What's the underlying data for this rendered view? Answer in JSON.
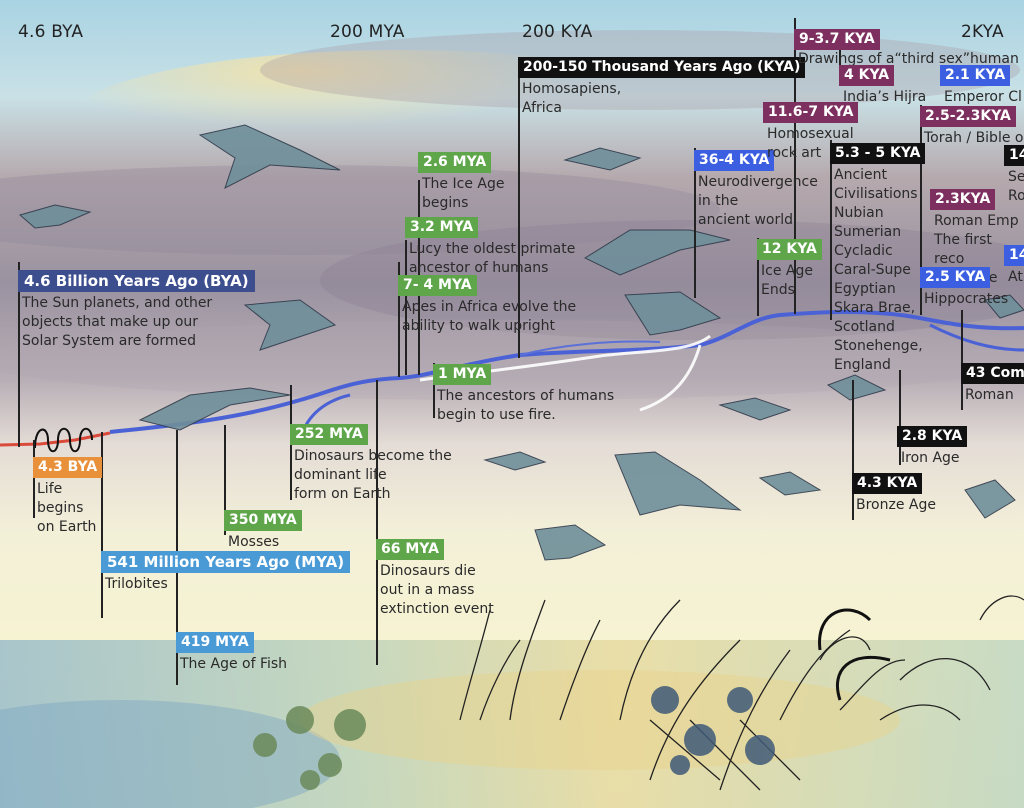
{
  "eras": [
    {
      "id": "era-4-6-bya",
      "label": "4.6 BYA"
    },
    {
      "id": "era-200-mya",
      "label": "200 MYA"
    },
    {
      "id": "era-200-kya",
      "label": "200 KYA"
    },
    {
      "id": "era-2kya",
      "label": "2KYA"
    }
  ],
  "events": {
    "e01": {
      "tag": "4.6 Billion Years Ago (BYA)",
      "desc": "The Sun planets, and other\nobjects that make up our\nSolar System are formed"
    },
    "e02": {
      "tag": "4.3 BYA",
      "desc": "Life\nbegins\non Earth"
    },
    "e03": {
      "tag": "541 Million Years Ago (MYA)",
      "desc": "Trilobites"
    },
    "e04": {
      "tag": "419 MYA",
      "desc": "The Age of Fish"
    },
    "e05": {
      "tag": "350 MYA",
      "desc": "Mosses"
    },
    "e06": {
      "tag": "252 MYA",
      "desc": "Dinosaurs become the\ndominant life\nform on Earth"
    },
    "e07": {
      "tag": "66 MYA",
      "desc": "Dinosaurs die\nout in a mass\nextinction event"
    },
    "e08": {
      "tag": "1 MYA",
      "desc": "The ancestors of humans\nbegin to use fire."
    },
    "e09": {
      "tag": "7- 4 MYA",
      "desc": "Apes in Africa evolve the\nability to walk upright"
    },
    "e10": {
      "tag": "3.2 MYA",
      "desc": "Lucy the oldest primate\nancestor of humans"
    },
    "e11": {
      "tag": "2.6 MYA",
      "desc": "The Ice Age\nbegins"
    },
    "e12": {
      "tag": "200-150 Thousand Years Ago (KYA)",
      "desc": "Homosapiens,\nAfrica"
    },
    "e13": {
      "tag": "36-4 KYA",
      "desc": "Neurodivergence\nin the\nancient world"
    },
    "e14": {
      "tag": "12 KYA",
      "desc": "Ice Age\nEnds"
    },
    "e15": {
      "tag": "11.6-7 KYA",
      "desc": "Homosexual\nrock art"
    },
    "e16": {
      "tag": "9-3.7 KYA",
      "desc": "Drawings of a“third sex”human"
    },
    "e17": {
      "tag": "4 KYA",
      "desc": "India’s Hijra"
    },
    "e18": {
      "tag": "5.3 - 5 KYA",
      "desc": "Ancient\nCivilisations\nNubian\nSumerian\nCycladic\nCaral-Supe\nEgyptian\nSkara Brae,\nScotland\nStonehenge,\nEngland"
    },
    "e19": {
      "tag": "2.1 KYA",
      "desc": "Emperor Cl"
    },
    "e20": {
      "tag": "2.5-2.3KYA",
      "desc": "Torah / Bible o"
    },
    "e21": {
      "tag": "2.3KYA",
      "desc": "Roman Emp\nThe first reco\nmarriage"
    },
    "e22": {
      "tag": "2.5 KYA",
      "desc": "Hippocrates"
    },
    "e23": {
      "tag": "14",
      "desc": "Se\nRo"
    },
    "e24": {
      "tag": "14",
      "desc": "At"
    },
    "e25": {
      "tag": "43 Com",
      "desc": "Roman"
    },
    "e26": {
      "tag": "2.8 KYA",
      "desc": "Iron Age"
    },
    "e27": {
      "tag": "4.3 KYA",
      "desc": "Bronze Age"
    }
  },
  "colors": {
    "green": "#5fa64a",
    "light_blue": "#4a9ad6",
    "navy": "#3d4e8f",
    "orange": "#e8913a",
    "black": "#111111",
    "purple": "#7d2f5f",
    "royal_blue": "#3b5fe0",
    "river": "#4b62d6"
  }
}
